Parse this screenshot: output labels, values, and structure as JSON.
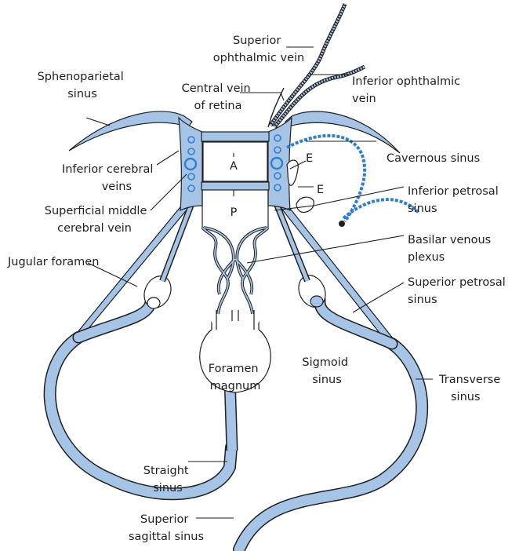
{
  "colors": {
    "sinus_fill": "#a6c4e6",
    "outline": "#1f1f1f",
    "accent_blue": "#2f7fd0",
    "background": "#ffffff"
  },
  "labels": {
    "superior_ophthalmic_vein": [
      "Superior",
      "ophthalmic vein"
    ],
    "inferior_ophthalmic_vein": [
      "Inferior ophthalmic",
      "vein"
    ],
    "central_vein_of_retina": [
      "Central vein",
      "of retina"
    ],
    "sphenoparietal_sinus": [
      "Sphenoparietal",
      "sinus"
    ],
    "cavernous_sinus": [
      "Cavernous sinus"
    ],
    "inferior_cerebral_veins": [
      "Inferior cerebral",
      "veins"
    ],
    "superficial_middle_cerebral_vein": [
      "Superficial middle",
      "cerebral vein"
    ],
    "inferior_petrosal_sinus": [
      "Inferior petrosal",
      "sinus"
    ],
    "basilar_venous_plexus": [
      "Basilar venous",
      "plexus"
    ],
    "jugular_foramen": [
      "Jugular foramen"
    ],
    "superior_petrosal_sinus": [
      "Superior petrosal",
      "sinus"
    ],
    "sigmoid_sinus": [
      "Sigmoid",
      "sinus"
    ],
    "transverse_sinus": [
      "Transverse",
      "sinus"
    ],
    "foramen_magnum": [
      "Foramen",
      "magnum"
    ],
    "straight_sinus": [
      "Straight",
      "sinus"
    ],
    "superior_sagittal_sinus": [
      "Superior",
      "sagittal sinus"
    ],
    "letter_A": "A",
    "letter_P": "P",
    "letter_E1": "E",
    "letter_E2": "E"
  }
}
